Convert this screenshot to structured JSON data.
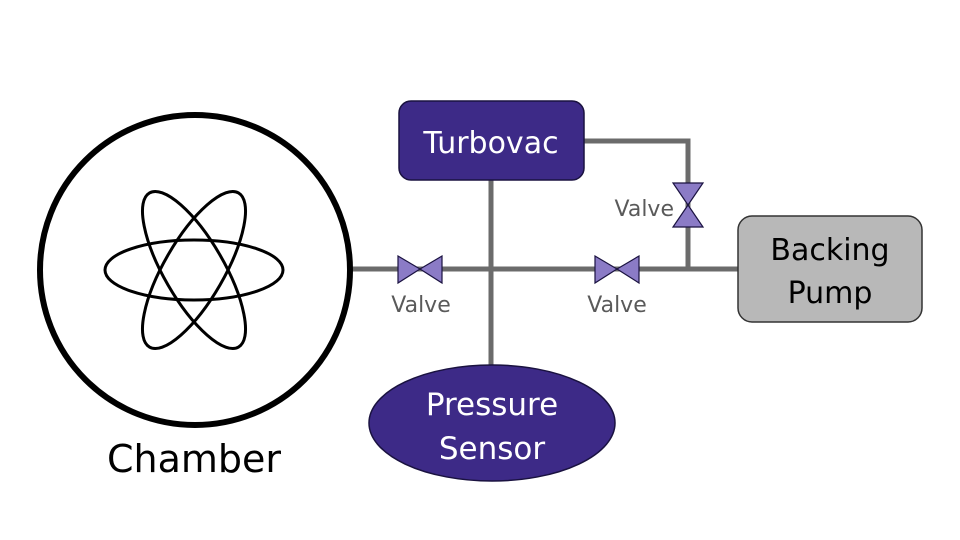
{
  "diagram": {
    "nodes": {
      "chamber": {
        "label": "Chamber",
        "icon": "atom-icon"
      },
      "turbovac": {
        "label": "Turbovac"
      },
      "backing_pump": {
        "label_line1": "Backing",
        "label_line2": "Pump"
      },
      "pressure_sensor": {
        "label_line1": "Pressure",
        "label_line2": "Sensor"
      }
    },
    "valves": [
      {
        "label": "Valve"
      },
      {
        "label": "Valve"
      },
      {
        "label": "Valve"
      }
    ],
    "colors": {
      "accent": "#3d2a87",
      "valve_fill": "#8b7bc6",
      "pipe": "#6b6b6b",
      "pump_fill": "#b8b8b8",
      "valve_label": "#5a5a5a"
    }
  }
}
